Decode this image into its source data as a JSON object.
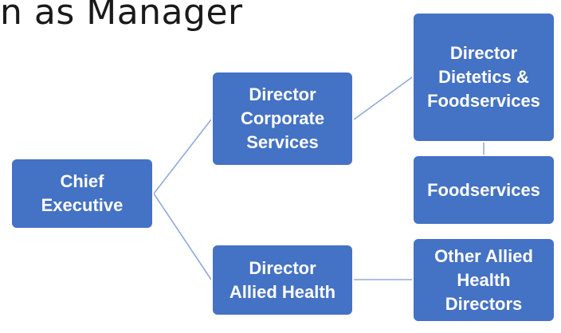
{
  "title": "n as Manager",
  "colors": {
    "node_fill": "#4472c4",
    "node_border": "#ffffff",
    "connector": "#8faadc",
    "text": "#ffffff"
  },
  "nodes": {
    "chief_executive": "Chief\nExecutive",
    "director_corporate_services": "Director\nCorporate\nServices",
    "director_allied_health": "Director\nAllied Health",
    "director_dietetics_foodservices": "Director\nDietetics &\nFoodservices",
    "foodservices": "Foodservices",
    "other_allied_health_directors": "Other Allied\nHealth\nDirectors"
  }
}
